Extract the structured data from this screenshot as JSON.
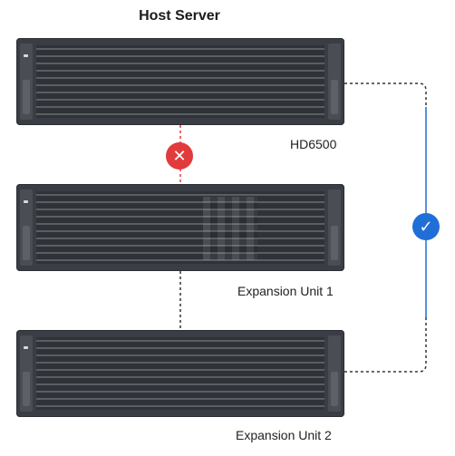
{
  "title": "Host Server",
  "units": [
    {
      "label": "HD6500"
    },
    {
      "label": "Expansion Unit 1"
    },
    {
      "label": "Expansion Unit 2"
    }
  ],
  "status": {
    "direct_link": "error-icon",
    "loop_link": "check-icon"
  },
  "colors": {
    "error": "#e23b3b",
    "ok": "#1f6fd6",
    "device": "#3a3d43"
  }
}
